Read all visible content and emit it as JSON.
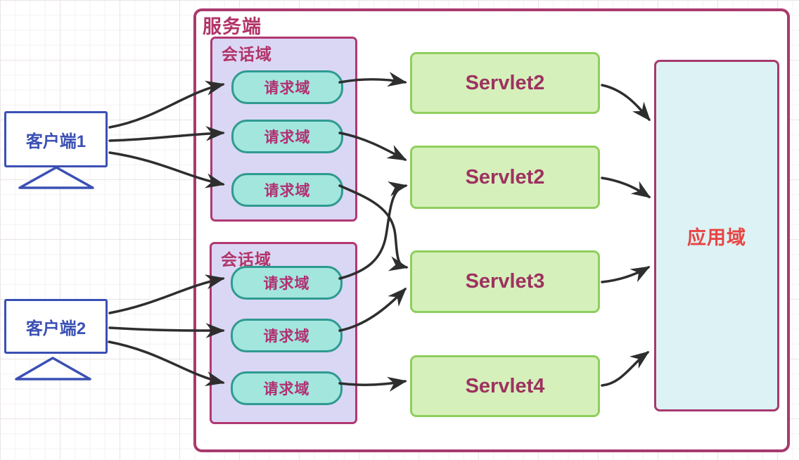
{
  "diagram": {
    "server": {
      "title": "服务端"
    },
    "clients": [
      {
        "id": "client-1",
        "label": "客户端1"
      },
      {
        "id": "client-2",
        "label": "客户端2"
      }
    ],
    "sessions": [
      {
        "title": "会话域",
        "pills": [
          {
            "label": "请求域"
          },
          {
            "label": "请求域"
          },
          {
            "label": "请求域"
          }
        ]
      },
      {
        "title": "会话域",
        "pills": [
          {
            "label": "请求域"
          },
          {
            "label": "请求域"
          },
          {
            "label": "请求域"
          }
        ]
      }
    ],
    "servlets": [
      {
        "id": "servlet-1",
        "label": "Servlet2"
      },
      {
        "id": "servlet-2",
        "label": "Servlet2"
      },
      {
        "id": "servlet-3",
        "label": "Servlet3"
      },
      {
        "id": "servlet-4",
        "label": "Servlet4"
      }
    ],
    "application": {
      "label": "应用域"
    },
    "edges": [
      {
        "from": "client-1",
        "to": "session-1-request-1"
      },
      {
        "from": "client-1",
        "to": "session-1-request-2"
      },
      {
        "from": "client-1",
        "to": "session-1-request-3"
      },
      {
        "from": "client-2",
        "to": "session-2-request-1"
      },
      {
        "from": "client-2",
        "to": "session-2-request-2"
      },
      {
        "from": "client-2",
        "to": "session-2-request-3"
      },
      {
        "from": "session-1-request-1",
        "to": "servlet-1"
      },
      {
        "from": "session-1-request-2",
        "to": "servlet-2"
      },
      {
        "from": "session-1-request-3",
        "to": "servlet-3"
      },
      {
        "from": "session-2-request-1",
        "to": "servlet-2"
      },
      {
        "from": "session-2-request-2",
        "to": "servlet-3"
      },
      {
        "from": "session-2-request-3",
        "to": "servlet-4"
      },
      {
        "from": "servlet-1",
        "to": "application"
      },
      {
        "from": "servlet-2",
        "to": "application"
      },
      {
        "from": "servlet-3",
        "to": "application"
      },
      {
        "from": "servlet-4",
        "to": "application"
      }
    ],
    "colors": {
      "server_border": "#a93a6e",
      "scope_title": "#b13468",
      "session_fill": "#dad7f5",
      "session_border": "#b13871",
      "pill_fill": "#a2e6dd",
      "pill_border": "#2f9a90",
      "pill_text": "#b32e72",
      "servlet_fill": "#d6f0bb",
      "servlet_border": "#8ecf5e",
      "servlet_text": "#9d3260",
      "app_fill": "#ddf2f4",
      "app_border": "#a53a6e",
      "app_text": "#e94343",
      "client_blue": "#3b50b4",
      "arrow_color": "#2e2e2e",
      "grid_minor": "#f5f0f2",
      "grid_major": "#eae3e8"
    }
  }
}
